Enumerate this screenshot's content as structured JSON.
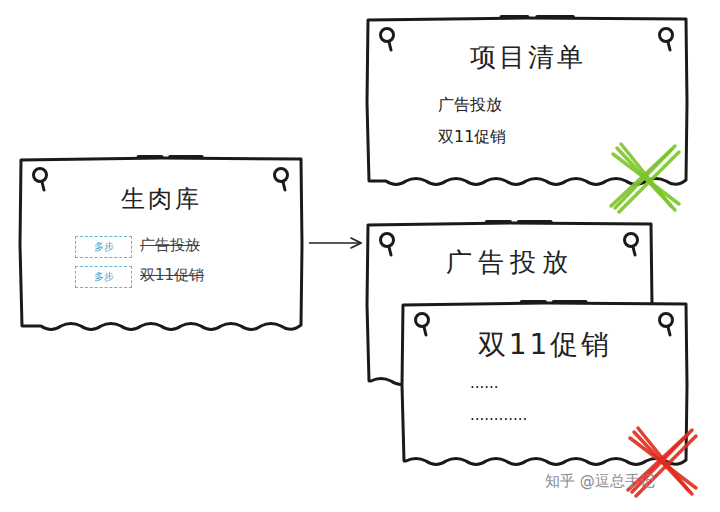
{
  "diagram": {
    "nodes": [
      {
        "text": [
          "生肉库",
          "广告投放",
          "双11促销"
        ]
      },
      {
        "text": [
          "多步"
        ],
        "in": 0
      },
      {
        "text": [
          "多步"
        ],
        "in": 0
      },
      {
        "text": [
          "项目清单",
          "广告投放",
          "双11促销"
        ]
      },
      {
        "text": [
          "广告投放"
        ]
      },
      {
        "text": [
          "双11促销",
          "......",
          "............"
        ]
      }
    ],
    "edges": [
      {
        "from": 0,
        "to": 4,
        "arrow": "to"
      }
    ],
    "labels": [
      "知乎 @逗总手记"
    ]
  }
}
